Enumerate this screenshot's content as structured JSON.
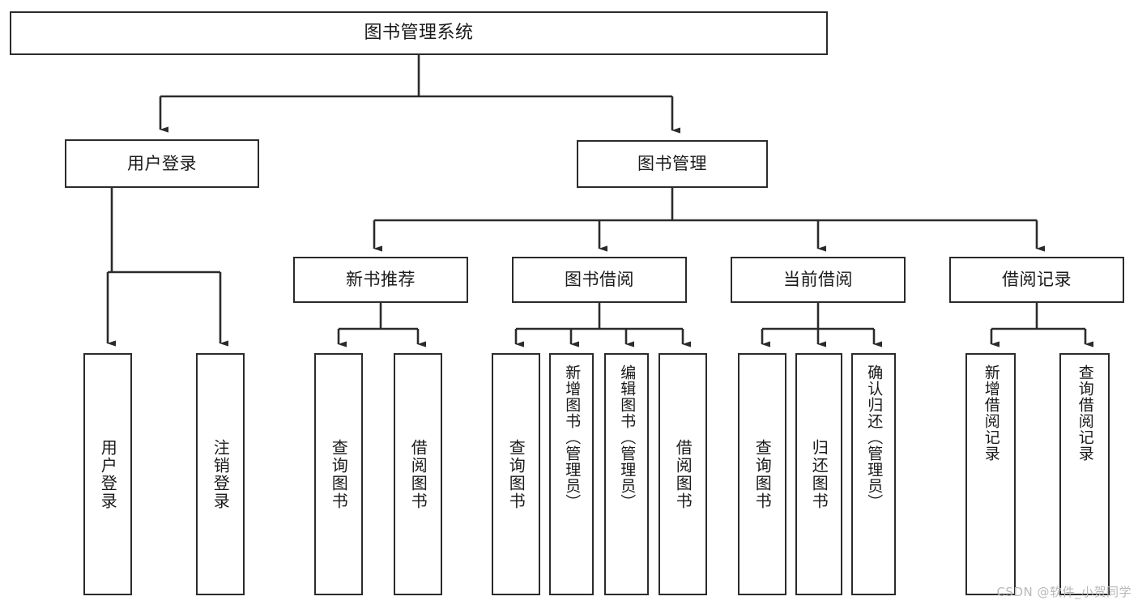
{
  "diagram": {
    "title": "图书管理系统",
    "type": "tree-hierarchy-chart",
    "watermark": "CSDN @软件_小贺同学",
    "colors": {
      "stroke": "#2b2b2b",
      "fill": "#ffffff",
      "text": "#1a1a1a",
      "watermark": "#b8b8b8"
    },
    "nodes": {
      "root": {
        "label": "图书管理系统"
      },
      "level2": [
        {
          "id": "user-login",
          "label": "用户登录"
        },
        {
          "id": "book-manage",
          "label": "图书管理"
        }
      ],
      "level3": [
        {
          "id": "new-book-rec",
          "label": "新书推荐"
        },
        {
          "id": "book-borrow",
          "label": "图书借阅"
        },
        {
          "id": "current-borrow",
          "label": "当前借阅"
        },
        {
          "id": "borrow-record",
          "label": "借阅记录"
        }
      ],
      "leaves": {
        "user_login": [
          {
            "id": "leaf-user-login",
            "label": "用户登录"
          },
          {
            "id": "leaf-user-logout",
            "label": "注销登录"
          }
        ],
        "new_book_rec": [
          {
            "id": "leaf-query-book-1",
            "label": "查询图书"
          },
          {
            "id": "leaf-borrow-book-1",
            "label": "借阅图书"
          }
        ],
        "book_borrow": [
          {
            "id": "leaf-query-book-2",
            "label": "查询图书"
          },
          {
            "id": "leaf-add-book",
            "label": "新增图书（管理员）"
          },
          {
            "id": "leaf-edit-book",
            "label": "编辑图书（管理员）"
          },
          {
            "id": "leaf-borrow-book-2",
            "label": "借阅图书"
          }
        ],
        "current_borrow": [
          {
            "id": "leaf-query-book-3",
            "label": "查询图书"
          },
          {
            "id": "leaf-return-book",
            "label": "归还图书"
          },
          {
            "id": "leaf-confirm-return",
            "label": "确认归还（管理员）"
          }
        ],
        "borrow_record": [
          {
            "id": "leaf-add-record",
            "label": "新增借阅记录"
          },
          {
            "id": "leaf-query-record",
            "label": "查询借阅记录"
          }
        ]
      }
    }
  }
}
